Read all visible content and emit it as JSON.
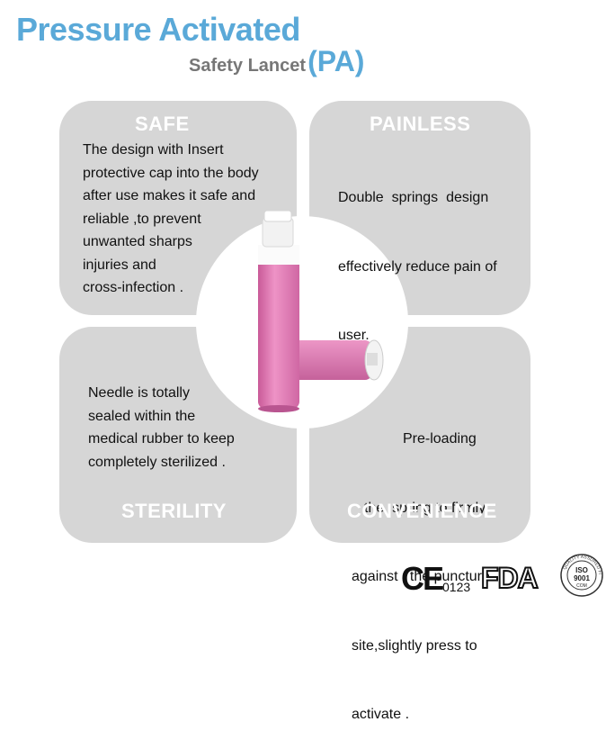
{
  "header": {
    "title": "Pressure Activated",
    "subtitle": "Safety Lancet",
    "subtitle_suffix": "(PA)"
  },
  "features": [
    {
      "heading": "SAFE",
      "lines": [
        "The design with Insert",
        "protective cap into the body",
        "after use makes it safe and",
        "reliable ,to prevent",
        "unwanted sharps",
        "injuries and",
        "cross-infection ."
      ]
    },
    {
      "heading": "PAINLESS",
      "lines": [
        "Double  springs  design",
        "effectively reduce pain of",
        "user."
      ]
    },
    {
      "heading": "STERILITY",
      "lines": [
        "Needle is totally",
        "sealed within the",
        "medical rubber to keep",
        "completely sterilized ."
      ]
    },
    {
      "heading": "CONVENIENCE",
      "lines": [
        "Pre-loading",
        "the  spring to firmly",
        "against   the puncture",
        "site,slightly press to",
        "activate ."
      ]
    }
  ],
  "certifications": {
    "ce_mark": "CE",
    "ce_number": "0123",
    "fda": "FDA",
    "iso": "ISO",
    "iso_number": "9001",
    "iso_com": "COM",
    "iso_ring_text": "QUALITY ASSURED FIRM"
  },
  "colors": {
    "title_blue": "#5aa9d8",
    "panel_gray": "#d6d6d6",
    "lancet_pink": "#e07fb6"
  },
  "icons": [
    "lancet-illustration",
    "ce-mark-icon",
    "fda-logo-icon",
    "iso-9001-seal-icon"
  ]
}
